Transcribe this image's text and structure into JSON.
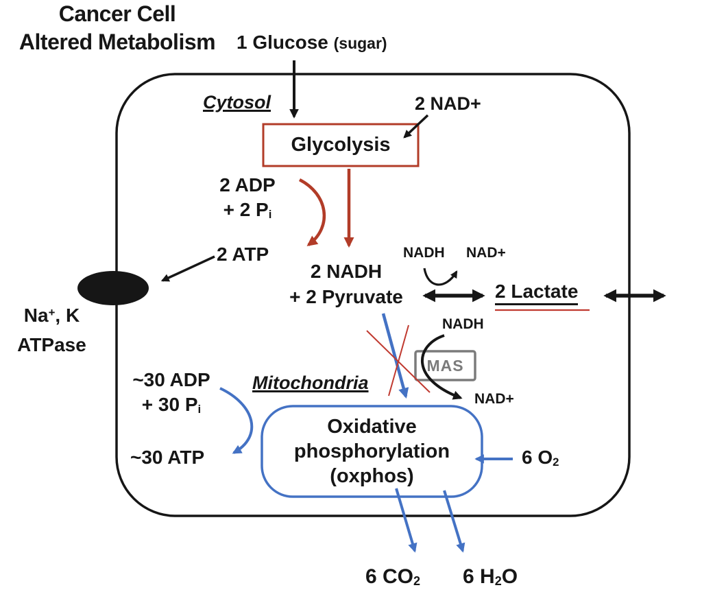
{
  "colors": {
    "ink": "#161616",
    "brick": "#b23c28",
    "blue": "#4472c4",
    "gray": "#7b7b7b",
    "thinred": "#c0392f",
    "paper": "#ffffff"
  },
  "title": {
    "line1": "Cancer Cell",
    "line2": "Altered Metabolism"
  },
  "cell": {
    "cytosol": "Cytosol",
    "mitochondria": "Mitochondria"
  },
  "glycolysis": {
    "input": "1 Glucose",
    "input_note": "(sugar)",
    "box": "Glycolysis",
    "nad_in": "2 NAD+",
    "adp": "2 ADP",
    "pi_main": "+ 2 P",
    "pi_sub": "i",
    "atp": "2 ATP",
    "nadh": "2 NADH",
    "pyruvate": "+ 2 Pyruvate"
  },
  "lactate": {
    "nadh": "NADH",
    "nad": "NAD+",
    "label": "2 Lactate"
  },
  "pump": {
    "na": "Na",
    "na_sup": "+",
    "na_rest": ", K",
    "atpase": "ATPase"
  },
  "mas": {
    "nadh": "NADH",
    "box": "MAS",
    "nad": "NAD+"
  },
  "oxphos": {
    "adp": "~30 ADP",
    "pi_main": "+ 30 P",
    "pi_sub": "i",
    "atp": "~30 ATP",
    "line1": "Oxidative",
    "line2": "phosphorylation",
    "line3": "(oxphos)",
    "o2_main": "6 O",
    "o2_sub": "2",
    "co2_main": "6 CO",
    "co2_sub": "2",
    "h2o_a": "6 H",
    "h2o_sub": "2",
    "h2o_b": "O"
  }
}
